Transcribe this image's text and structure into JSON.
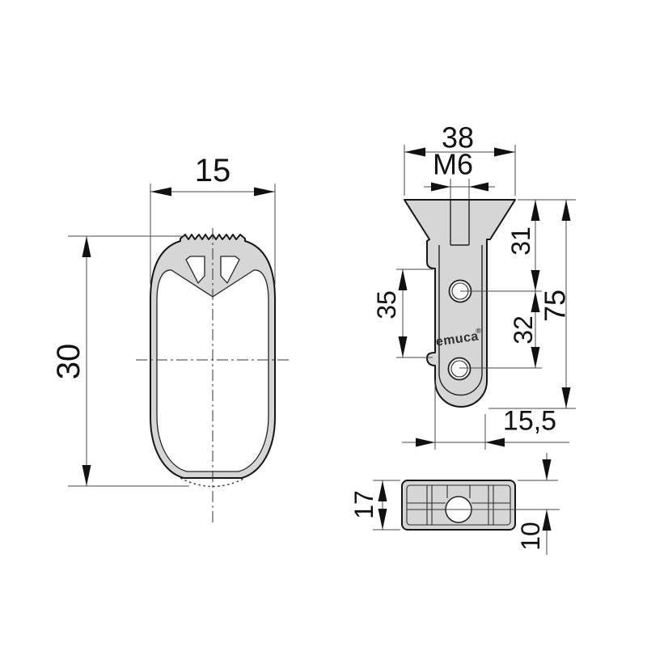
{
  "colors": {
    "background": "#ffffff",
    "part_fill": "#d6d6d6",
    "line": "#161616",
    "dim_line": "#4a4a4a",
    "text": "#111111"
  },
  "rail_section": {
    "width": "15",
    "height": "30"
  },
  "bracket_front": {
    "top_width": "38",
    "thread": "M6",
    "top_to_hole": "31",
    "hole_to_hole": "32",
    "overall_height": "75",
    "clip_span": "35",
    "axis_offset": "15,5",
    "brand": "emuca",
    "brand_mark": "®"
  },
  "bracket_top": {
    "thickness": "17",
    "face_to_axis": "10"
  }
}
